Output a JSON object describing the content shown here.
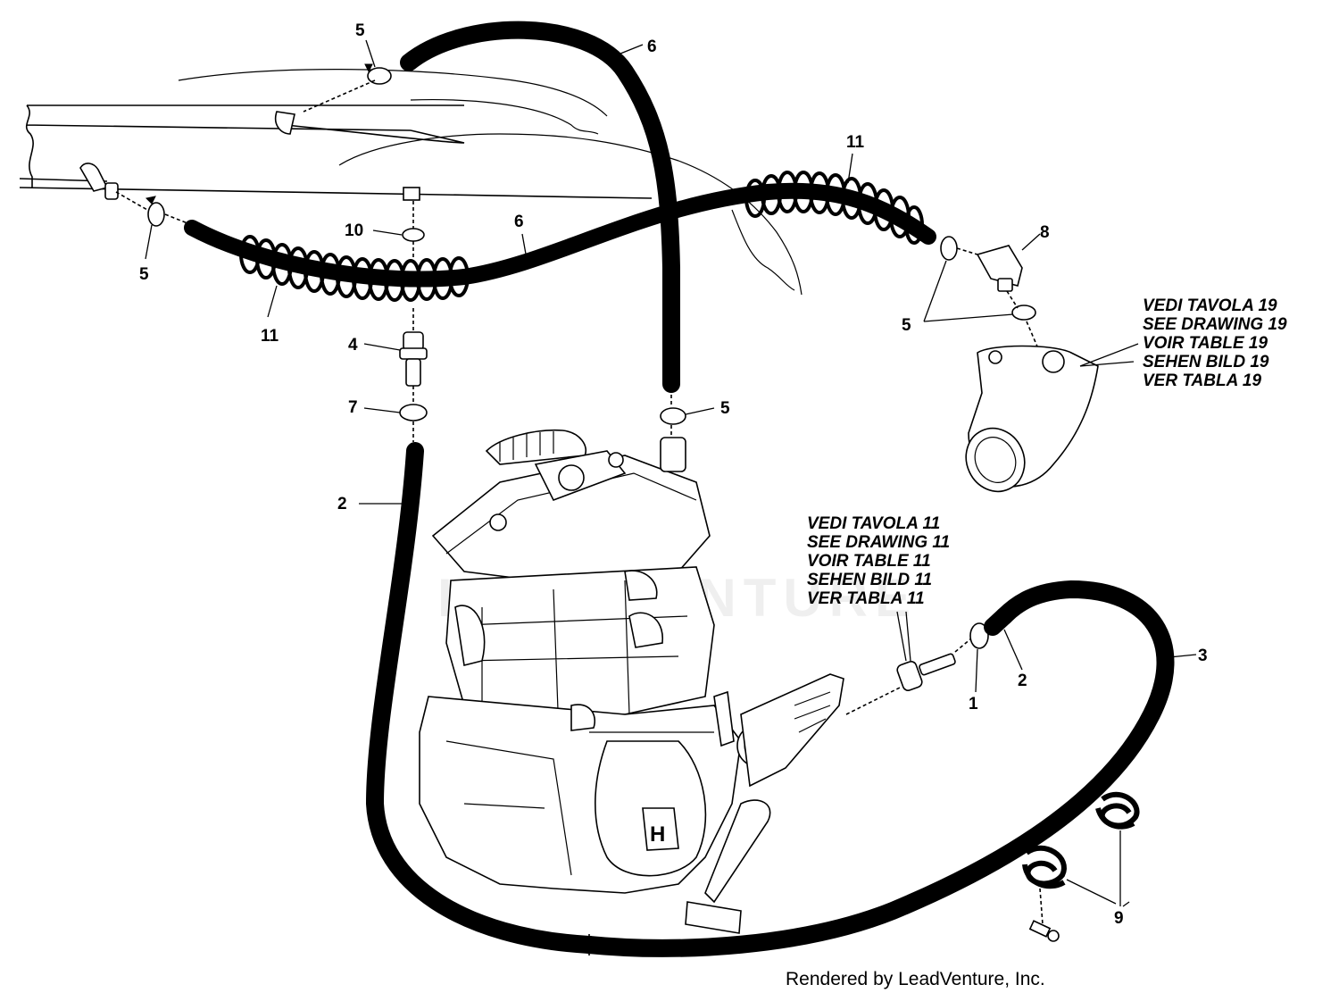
{
  "callouts": {
    "c5_top": "5",
    "c6_top": "6",
    "c11_right": "11",
    "c8": "8",
    "c10": "10",
    "c6_mid": "6",
    "c5_left": "5",
    "c11_left": "11",
    "c4": "4",
    "c7": "7",
    "c5_right": "5",
    "c5_mid": "5",
    "c2_left": "2",
    "c2_right": "2",
    "c1": "1",
    "c3": "3",
    "c9": "9"
  },
  "reference_notes": {
    "drawing_19": [
      "VEDI TAVOLA 19",
      "SEE DRAWING 19",
      "VOIR TABLE 19",
      "SEHEN BILD 19",
      "VER TABLA 19"
    ],
    "drawing_11": [
      "VEDI TAVOLA 11",
      "SEE DRAWING 11",
      "VOIR TABLE 11",
      "SEHEN BILD 11",
      "VER TABLA 11"
    ]
  },
  "watermark": "LEADVENTURE",
  "footer": "Rendered by LeadVenture, Inc."
}
